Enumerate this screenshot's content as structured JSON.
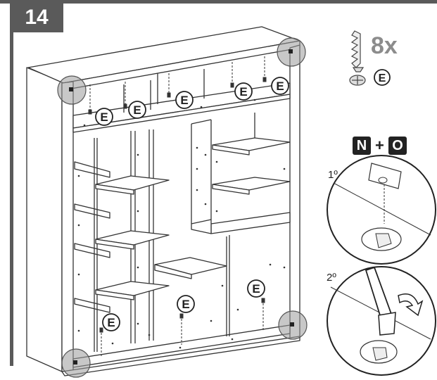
{
  "step": {
    "number": "14"
  },
  "hardware": {
    "quantity": "8x",
    "part_letter": "E"
  },
  "callout_letter": "E",
  "parts": {
    "first": "N",
    "plus": "+",
    "second": "O"
  },
  "sequence": {
    "first": "1º",
    "second": "2º"
  }
}
